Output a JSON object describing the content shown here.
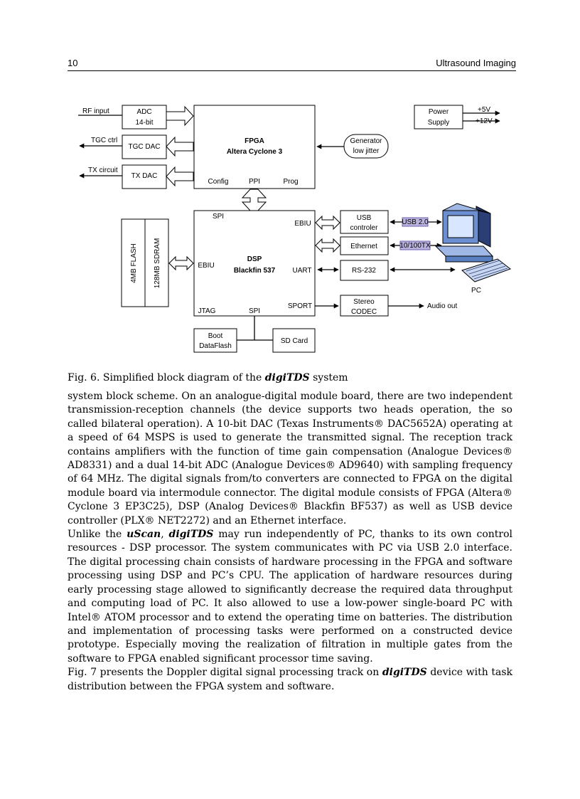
{
  "header": {
    "page_number": "10",
    "running_title": "Ultrasound Imaging"
  },
  "diagram": {
    "rf_input": "RF input",
    "adc_line1": "ADC",
    "adc_line2": "14-bit",
    "tgc_ctrl": "TGC ctrl",
    "tgc_dac": "TGC DAC",
    "tx_circuit": "TX circuit",
    "tx_dac": "TX DAC",
    "fpga_line1": "FPGA",
    "fpga_line2": "Altera Cyclone 3",
    "fpga_config": "Config",
    "fpga_ppi": "PPI",
    "fpga_prog": "Prog",
    "generator_line1": "Generator",
    "generator_line2": "low jitter",
    "power_line1": "Power",
    "power_line2": "Supply",
    "plus5v": "+5V",
    "plus12v": "+12V",
    "flash": "4MB FLASH",
    "sdram": "128MB SDRAM",
    "dsp_spi_top": "SPI",
    "dsp_ebiu_top": "EBIU",
    "dsp_ebiu_left": "EBIU",
    "dsp_line1": "DSP",
    "dsp_line2": "Blackfin 537",
    "dsp_uart": "UART",
    "dsp_sport": "SPORT",
    "dsp_jtag": "JTAG",
    "dsp_spi_bottom": "SPI",
    "usb_line1": "USB",
    "usb_line2": "controler",
    "ethernet": "Ethernet",
    "rs232": "RS-232",
    "codec_line1": "Stereo",
    "codec_line2": "CODEC",
    "usb20": "USB 2.0",
    "eth_speed": "10/100TX",
    "audio_out": "Audio out",
    "pc": "PC",
    "boot_line1": "Boot",
    "boot_line2": "DataFlash",
    "sd_card": "SD Card"
  },
  "caption": {
    "prefix": "Fig. 6. Simplified block diagram of the ",
    "name": "digiTDS",
    "suffix": " system"
  },
  "body": {
    "p1": "system block scheme. On an analogue-digital module board, there are two independent transmission-reception channels (the device supports two heads operation, the so called bilateral operation). A 10-bit DAC (Texas Instruments® DAC5652A) operating at a speed of 64 MSPS is used to generate the transmitted signal. The reception track contains amplifiers with the function of time gain compensation (Analogue Devices® AD8331) and a dual 14-bit ADC (Analogue Devices® AD9640) with sampling frequency of 64 MHz. The digital signals from/to converters are connected to FPGA on the digital module board via intermodule connector. The digital module consists of FPGA (Altera® Cyclone 3 EP3C25), DSP (Analog Devices® Blackfin BF537) as well as USB device controller (PLX® NET2272) and an Ethernet interface.",
    "p2_a": "Unlike the ",
    "p2_uscan": "uScan",
    "p2_b": ", ",
    "p2_digitds": "digiTDS",
    "p2_c": " may run independently of PC, thanks to its own control resources - DSP processor. The system communicates with PC via USB 2.0 interface. The digital processing chain consists of hardware processing in the FPGA and software processing using DSP and PC’s CPU. The application of hardware resources during early processing stage allowed to significantly decrease the required data throughput and computing load of PC. It also allowed to use a low-power single-board PC with Intel® ATOM processor and to extend the operating time on batteries. The distribution and implementation of processing tasks were performed on a constructed device prototype. Especially moving the realization of filtration in multiple gates from the software to FPGA enabled significant processor time saving.",
    "p3_a": "Fig. 7 presents the Doppler digital signal processing track on ",
    "p3_digitds": "digiTDS",
    "p3_b": " device with task distribution between the FPGA system and software."
  },
  "colors": {
    "highlight_fill": "#b9b3dd",
    "highlight_stroke": "#6a5fb0",
    "pc_blue": "#5a7fc0"
  }
}
